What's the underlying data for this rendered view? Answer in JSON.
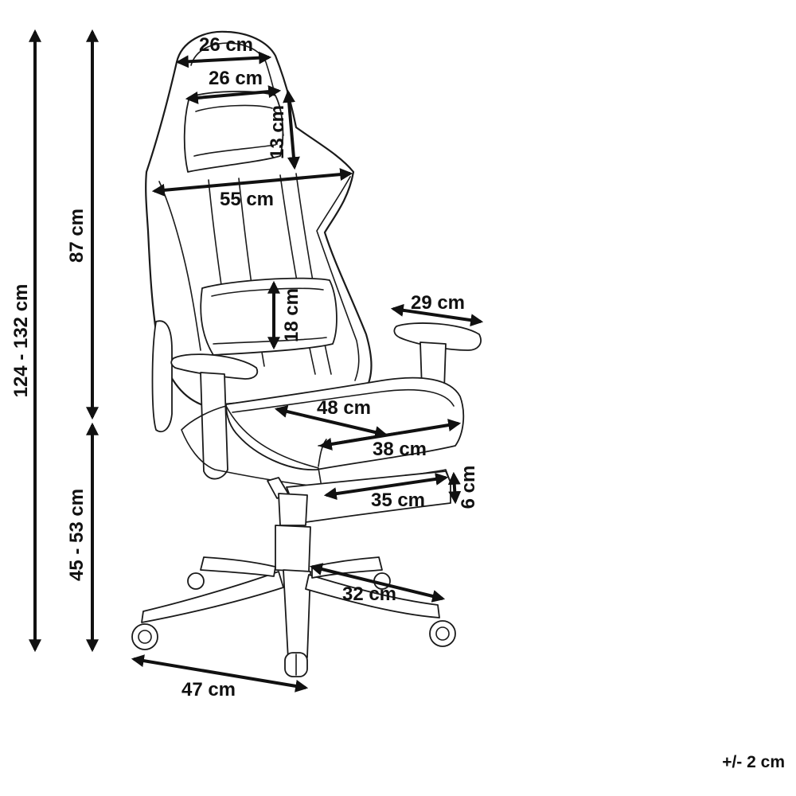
{
  "dimensions": {
    "total_height": "124 - 132 cm",
    "back_height": "87 cm",
    "seat_height": "45 - 53 cm",
    "headrest_top_width": "26 cm",
    "head_pillow_width": "26 cm",
    "head_pillow_height": "13 cm",
    "back_width": "55 cm",
    "lumbar_pillow_height": "18 cm",
    "armrest_length": "29 cm",
    "seat_depth": "48 cm",
    "seat_width": "38 cm",
    "footrest_width": "35 cm",
    "footrest_height": "6 cm",
    "base_leg_length": "32 cm",
    "base_width": "47 cm"
  },
  "tolerance": "+/- 2 cm"
}
